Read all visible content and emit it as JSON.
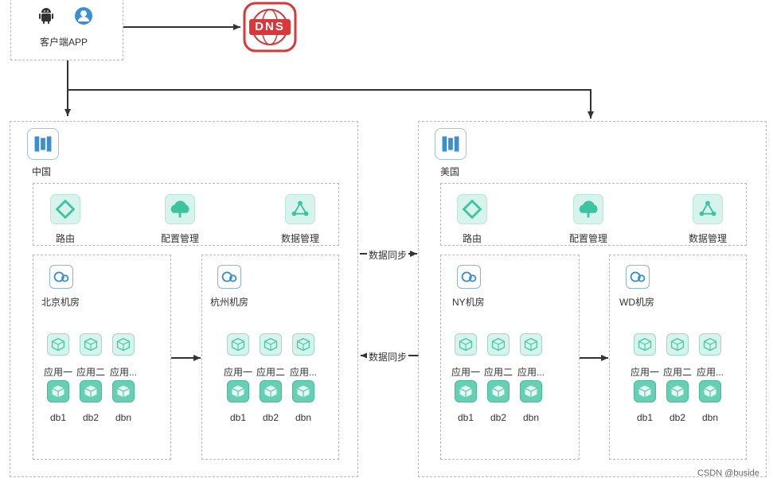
{
  "client": {
    "label": "客户端APP",
    "icons": [
      "android-icon",
      "user-icon"
    ]
  },
  "dns": {
    "label": "DNS"
  },
  "regions": [
    {
      "name": "中国",
      "services": [
        "路由",
        "配置管理",
        "数据管理"
      ],
      "rooms": [
        {
          "name": "北京机房",
          "apps": [
            "应用一",
            "应用二",
            "应用..."
          ],
          "dbs": [
            "db1",
            "db2",
            "dbn"
          ]
        },
        {
          "name": "杭州机房",
          "apps": [
            "应用一",
            "应用二",
            "应用..."
          ],
          "dbs": [
            "db1",
            "db2",
            "dbn"
          ]
        }
      ]
    },
    {
      "name": "美国",
      "services": [
        "路由",
        "配置管理",
        "数据管理"
      ],
      "rooms": [
        {
          "name": "NY机房",
          "apps": [
            "应用一",
            "应用二",
            "应用..."
          ],
          "dbs": [
            "db1",
            "db2",
            "dbn"
          ]
        },
        {
          "name": "WD机房",
          "apps": [
            "应用一",
            "应用二",
            "应用..."
          ],
          "dbs": [
            "db1",
            "db2",
            "dbn"
          ]
        }
      ]
    }
  ],
  "sync": {
    "to_us": "数据同步",
    "to_cn": "数据同步"
  },
  "watermark": "CSDN @buside",
  "colors": {
    "accent": "#48c9a9",
    "dns_red": "#d9373a",
    "line": "#333333",
    "dashed": "#b9b9b9"
  }
}
